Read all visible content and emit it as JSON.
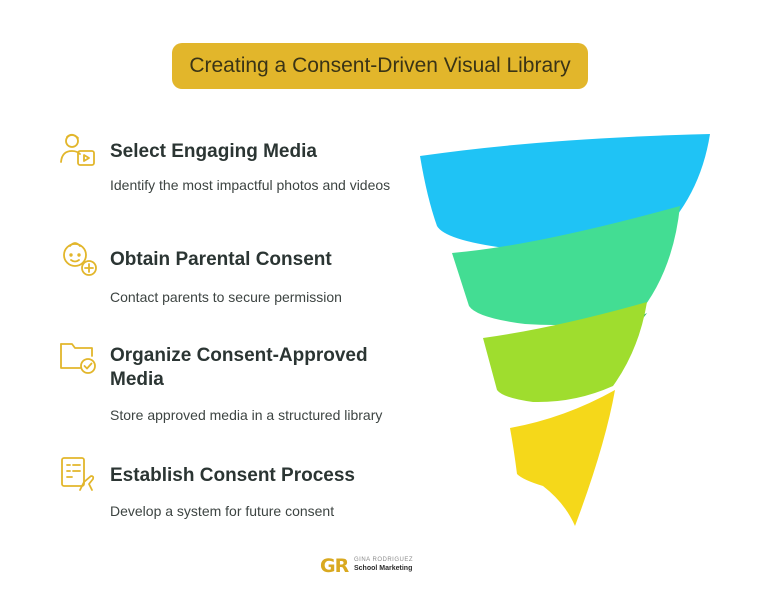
{
  "title": "Creating a Consent-Driven Visual Library",
  "steps": [
    {
      "heading": "Select Engaging Media",
      "description": "Identify the most impactful photos and videos",
      "icon": "person-video-icon"
    },
    {
      "heading": "Obtain Parental Consent",
      "description": "Contact parents to secure permission",
      "icon": "child-plus-icon"
    },
    {
      "heading": "Organize Consent-Approved Media",
      "description": "Store approved media in a structured library",
      "icon": "folder-check-icon"
    },
    {
      "heading": "Establish Consent Process",
      "description": "Develop a system for future consent",
      "icon": "document-hand-icon"
    }
  ],
  "funnel_colors": [
    "#1fc3f5",
    "#43dd93",
    "#9fdd2e",
    "#f5d81a"
  ],
  "accent_color": "#e2b62b",
  "icon_color": "#e2b62b",
  "logo": {
    "mark": "GR",
    "line1": "GINA RODRIGUEZ",
    "line2": "School Marketing"
  }
}
